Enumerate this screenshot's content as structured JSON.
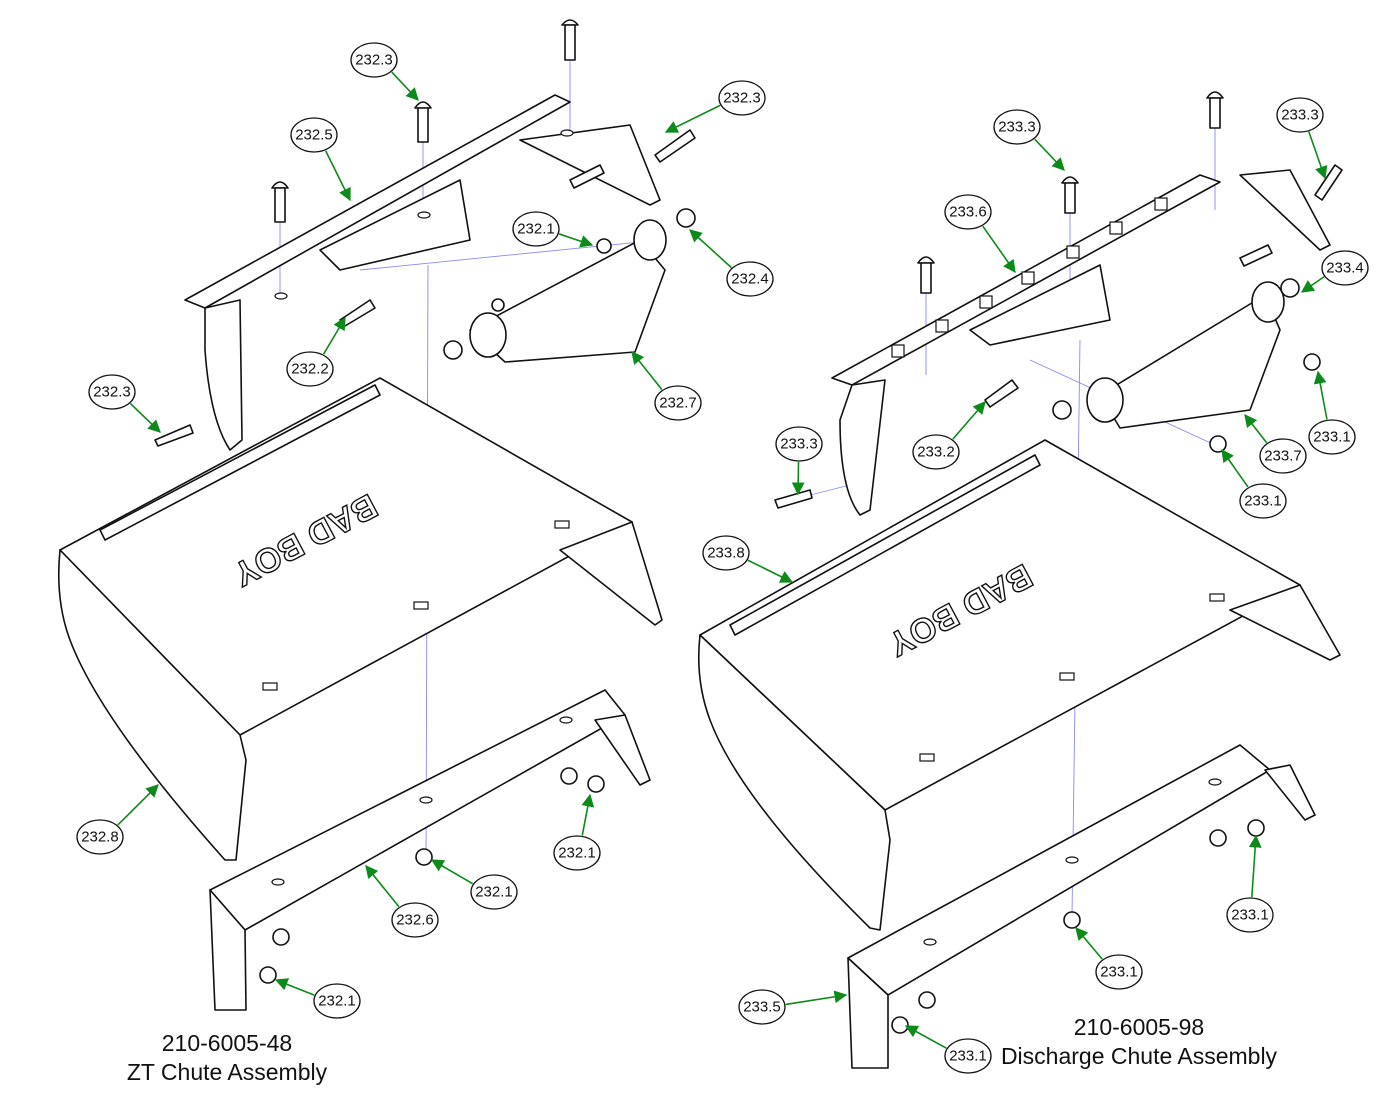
{
  "assemblies": [
    {
      "part_number": "210-6005-48",
      "name": "ZT Chute Assembly",
      "callouts": [
        "232.3",
        "232.3",
        "232.5",
        "232.1",
        "232.4",
        "232.2",
        "232.7",
        "232.3",
        "232.8",
        "232.1",
        "232.1",
        "232.6",
        "232.1"
      ]
    },
    {
      "part_number": "210-6005-98",
      "name": "Discharge Chute Assembly",
      "callouts": [
        "233.3",
        "233.3",
        "233.6",
        "233.4",
        "233.1",
        "233.2",
        "233.7",
        "233.3",
        "233.1",
        "233.8",
        "233.1",
        "233.1",
        "233.5",
        "233.1"
      ]
    }
  ],
  "logo_text": "BAD BOY",
  "colors": {
    "arrow": "#0c8a1a",
    "guide": "#8a8af0",
    "line": "#111111"
  }
}
